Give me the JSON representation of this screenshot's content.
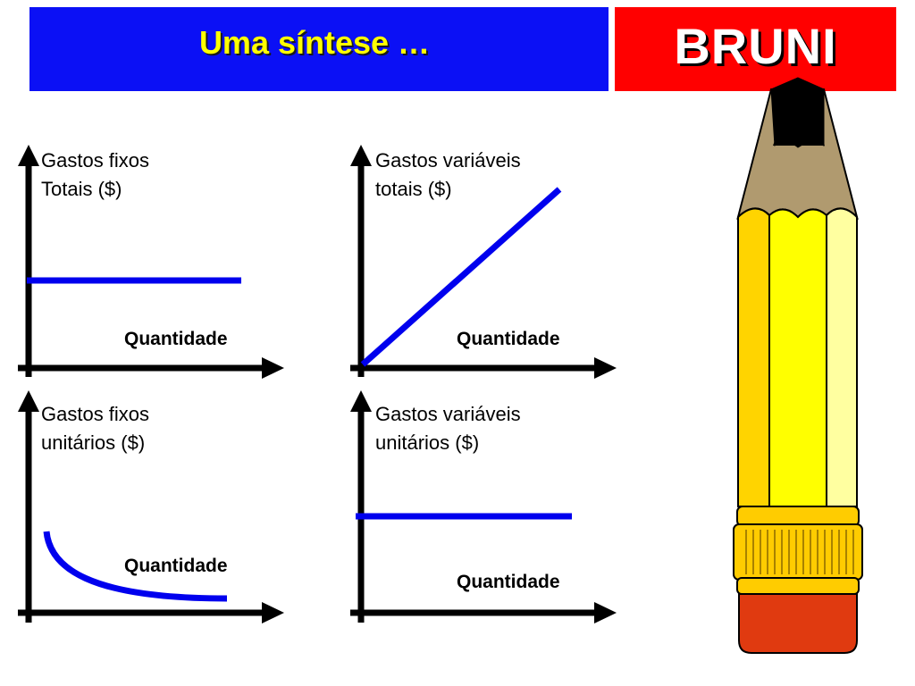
{
  "header": {
    "title": "Uma síntese …",
    "brand": "BRUNI"
  },
  "colors": {
    "title_bg": "#0b10f5",
    "title_text": "#ffff00",
    "brand_bg": "#ff0000",
    "brand_text": "#ffffff",
    "curve": "#0000ee",
    "axis": "#000000"
  },
  "charts": [
    {
      "ylabel": "Gastos fixos\nTotais ($)",
      "xlabel": "Quantidade",
      "curve": "constant"
    },
    {
      "ylabel": "Gastos variáveis\ntotais ($)",
      "xlabel": "Quantidade",
      "curve": "linear-increasing"
    },
    {
      "ylabel": "Gastos fixos\nunitários ($)",
      "xlabel": "Quantidade",
      "curve": "decreasing-hyperbolic"
    },
    {
      "ylabel": "Gastos variáveis\nunitários ($)",
      "xlabel": "Quantidade",
      "curve": "constant"
    }
  ],
  "decoration": {
    "icon": "pencil-icon"
  }
}
